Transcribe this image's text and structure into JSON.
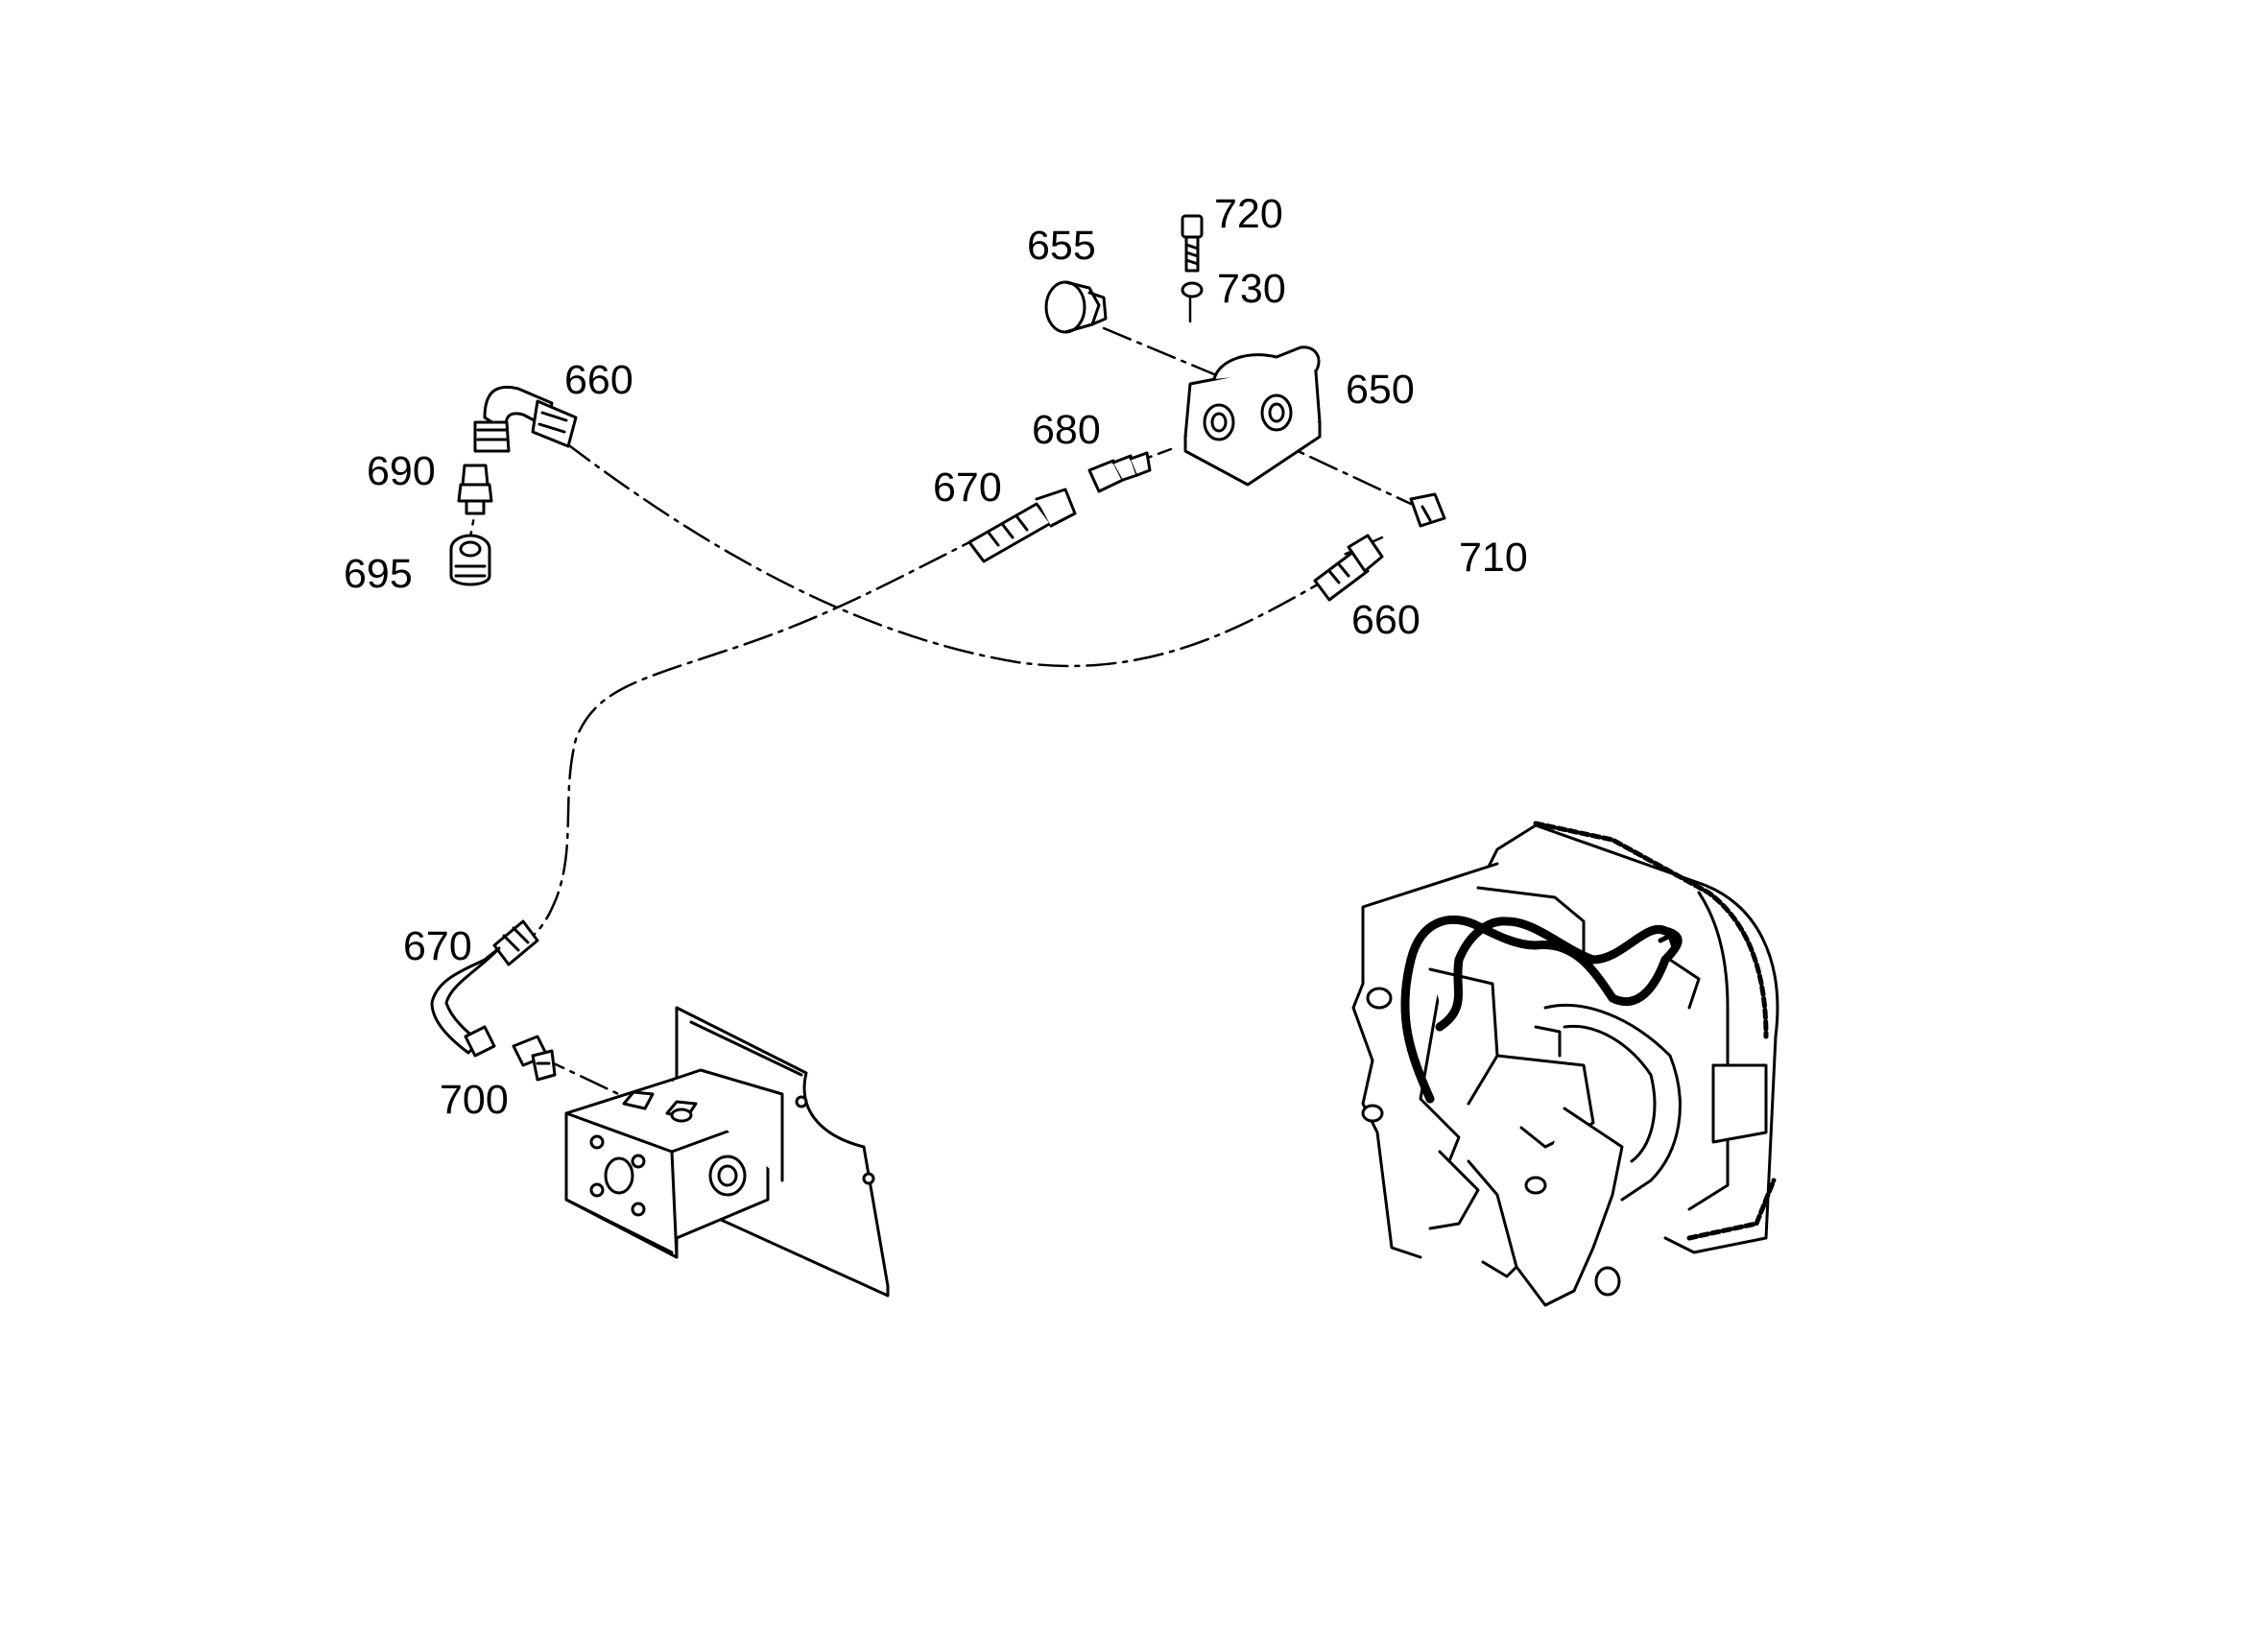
{
  "callouts": {
    "p720": "720",
    "p655": "655",
    "p730": "730",
    "p660_top": "660",
    "p650": "650",
    "p680": "680",
    "p690": "690",
    "p670_top": "670",
    "p695": "695",
    "p710": "710",
    "p660_right": "660",
    "p670_bottom": "670",
    "p700": "700"
  }
}
